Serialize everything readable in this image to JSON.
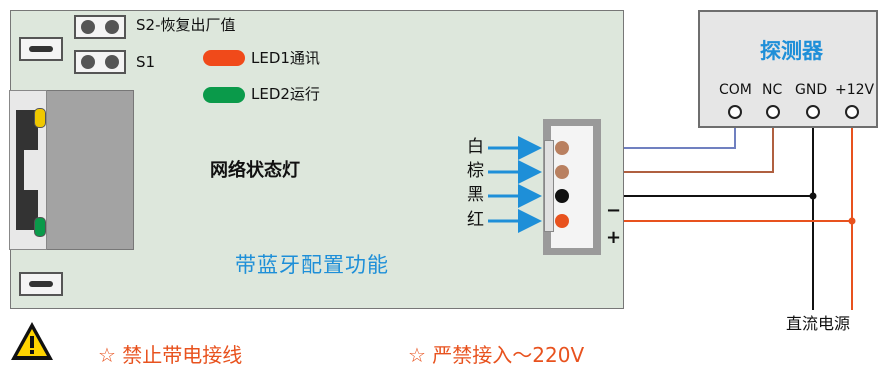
{
  "board": {
    "s2_label": "S2-恢复出厂值",
    "s1_label": "S1",
    "led1_label": "LED1通讯",
    "led2_label": "LED2运行",
    "led1_color": "#f04a1a",
    "led2_color": "#0a9a4a",
    "network_label": "网络状态灯",
    "bluetooth_label": "带蓝牙配置功能"
  },
  "connector": {
    "wires": [
      {
        "label": "白",
        "color": "#7080c0",
        "pin_color": "#b98060"
      },
      {
        "label": "棕",
        "color": "#b06040",
        "pin_color": "#b98060"
      },
      {
        "label": "黑",
        "color": "#111111",
        "pin_color": "#111111"
      },
      {
        "label": "红",
        "color": "#e8521e",
        "pin_color": "#e8521e"
      }
    ],
    "minus": "−",
    "plus": "+"
  },
  "detector": {
    "title": "探测器",
    "terminals": [
      "COM",
      "NC",
      "GND",
      "+12V"
    ]
  },
  "power_label": "直流电源",
  "warnings": {
    "no_live_wiring": "☆ 禁止带电接线",
    "no_220v": "☆ 严禁接入～220V"
  }
}
